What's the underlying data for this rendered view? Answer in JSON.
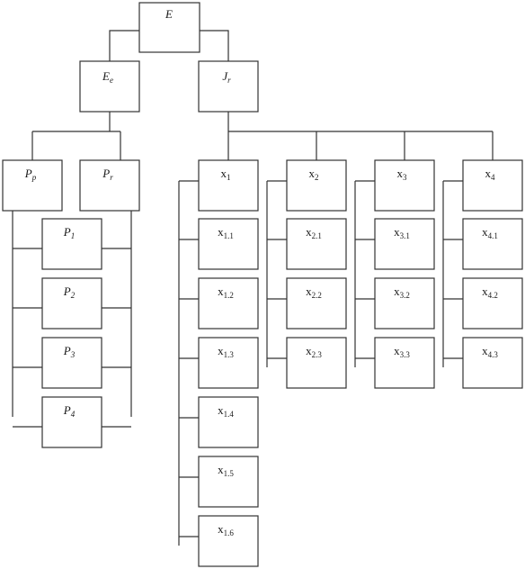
{
  "root": {
    "base": "E",
    "sub": ""
  },
  "level1": [
    {
      "base": "E",
      "sub": "e"
    },
    {
      "base": "J",
      "sub": "r"
    }
  ],
  "p_headers": [
    {
      "base": "P",
      "sub": "p"
    },
    {
      "base": "P",
      "sub": "r"
    }
  ],
  "p_items": [
    {
      "base": "P",
      "sub": "1"
    },
    {
      "base": "P",
      "sub": "2"
    },
    {
      "base": "P",
      "sub": "3"
    },
    {
      "base": "P",
      "sub": "4"
    }
  ],
  "x_groups": [
    {
      "label": {
        "base": "x",
        "sub": "1"
      },
      "children": [
        {
          "base": "x",
          "sub": "1.1"
        },
        {
          "base": "x",
          "sub": "1.2"
        },
        {
          "base": "x",
          "sub": "1.3"
        },
        {
          "base": "x",
          "sub": "1.4"
        },
        {
          "base": "x",
          "sub": "1.5"
        },
        {
          "base": "x",
          "sub": "1.6"
        }
      ]
    },
    {
      "label": {
        "base": "x",
        "sub": "2"
      },
      "children": [
        {
          "base": "x",
          "sub": "2.1"
        },
        {
          "base": "x",
          "sub": "2.2"
        },
        {
          "base": "x",
          "sub": "2.3"
        }
      ]
    },
    {
      "label": {
        "base": "x",
        "sub": "3"
      },
      "children": [
        {
          "base": "x",
          "sub": "3.1"
        },
        {
          "base": "x",
          "sub": "3.2"
        },
        {
          "base": "x",
          "sub": "3.3"
        }
      ]
    },
    {
      "label": {
        "base": "x",
        "sub": "4"
      },
      "children": [
        {
          "base": "x",
          "sub": "4.1"
        },
        {
          "base": "x",
          "sub": "4.2"
        },
        {
          "base": "x",
          "sub": "4.3"
        }
      ]
    }
  ]
}
